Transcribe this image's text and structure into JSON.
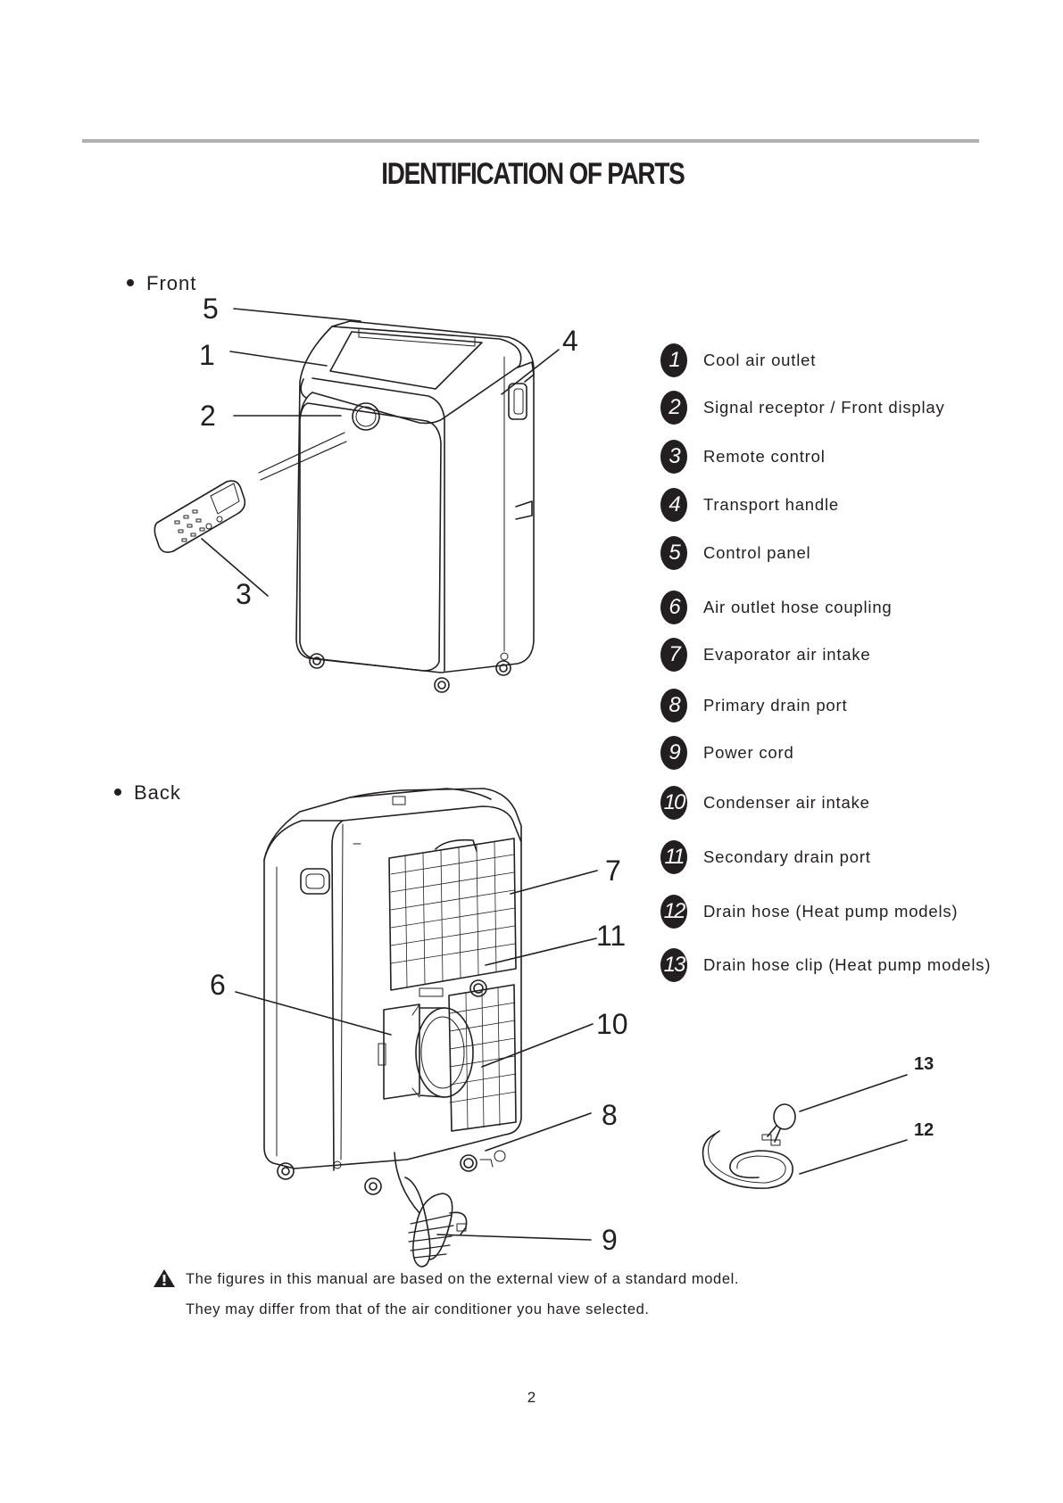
{
  "header": {
    "title": "IDENTIFICATION OF PARTS"
  },
  "sections": {
    "front_label": "Front",
    "back_label": "Back"
  },
  "callouts": {
    "front": [
      "5",
      "1",
      "2",
      "3",
      "4"
    ],
    "back": [
      "7",
      "11",
      "6",
      "10",
      "8",
      "9"
    ],
    "accessories": [
      "13",
      "12"
    ]
  },
  "legend": [
    {
      "num": "1",
      "text": "Cool air outlet"
    },
    {
      "num": "2",
      "text": "Signal receptor / Front display"
    },
    {
      "num": "3",
      "text": "Remote control"
    },
    {
      "num": "4",
      "text": "Transport handle"
    },
    {
      "num": "5",
      "text": "Control  panel"
    },
    {
      "num": "6",
      "text": "Air outlet hose coupling"
    },
    {
      "num": "7",
      "text": "Evaporator air intake"
    },
    {
      "num": "8",
      "text": "Primary drain port"
    },
    {
      "num": "9",
      "text": "Power cord"
    },
    {
      "num": "10",
      "text": "Condenser air intake"
    },
    {
      "num": "11",
      "text": "Secondary drain port"
    },
    {
      "num": "12",
      "text": "Drain hose (Heat pump models)"
    },
    {
      "num": "13",
      "text": "Drain hose clip (Heat pump models)"
    }
  ],
  "note": {
    "line1": "The figures in this manual are based on the external view of a standard model.",
    "line2": "They may differ from that of the air conditioner you have selected."
  },
  "footer": {
    "page_number": "2"
  }
}
